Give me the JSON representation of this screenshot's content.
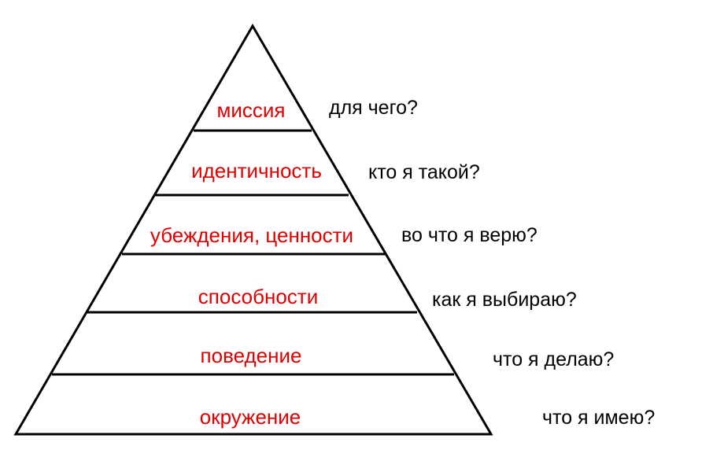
{
  "colors": {
    "background": "#ffffff",
    "outline": "#000000",
    "level_text": "#e00000",
    "question_text": "#000000"
  },
  "levels": [
    {
      "label": "миссия",
      "question": "для чего?"
    },
    {
      "label": "идентичность",
      "question": "кто я такой?"
    },
    {
      "label": "убеждения, ценности",
      "question": "во что я верю?"
    },
    {
      "label": "способности",
      "question": "как я выбираю?"
    },
    {
      "label": "поведение",
      "question": "что я делаю?"
    },
    {
      "label": "окружение",
      "question": "что я имею?"
    }
  ]
}
